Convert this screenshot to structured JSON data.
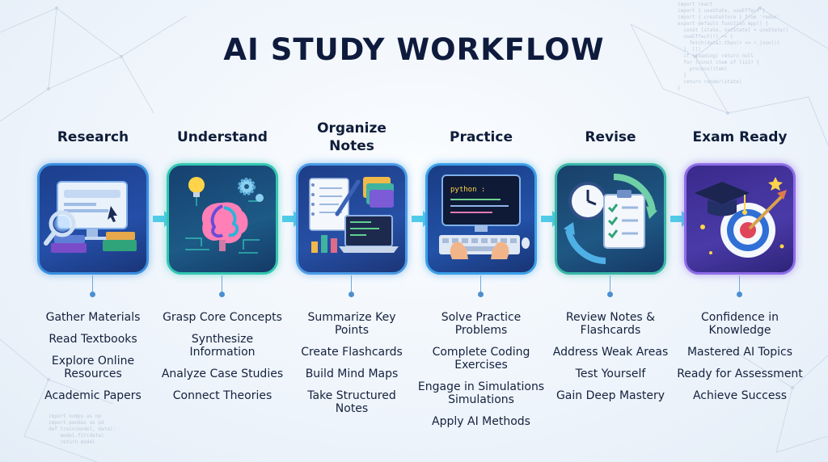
{
  "title": "AI STUDY WORKFLOW",
  "colors": {
    "title": "#0e1b3d",
    "connector": "#4c8fd0",
    "arrow": "#3ec7e6"
  },
  "stages": [
    {
      "title": "Research",
      "icon": "computer-books-magnifier-icon",
      "border_color": "#3a8fe0",
      "items": [
        "Gather Materials",
        "Read Textbooks",
        "Explore Online Resources",
        "Academic Papers"
      ]
    },
    {
      "title": "Understand",
      "icon": "brain-lightbulb-gears-icon",
      "border_color": "#32c7b2",
      "items": [
        "Grasp Core Concepts",
        "Synthesize Information",
        "Analyze Case Studies",
        "Connect Theories"
      ]
    },
    {
      "title": "Organize Notes",
      "icon": "notebook-laptop-folders-icon",
      "border_color": "#4b9be6",
      "items": [
        "Summarize Key Points",
        "Create Flashcards",
        "Build Mind Maps",
        "Take Structured Notes"
      ]
    },
    {
      "title": "Practice",
      "icon": "coding-monitor-keyboard-icon",
      "border_color": "#3aa0e8",
      "screen_text": "python :",
      "items": [
        "Solve Practice Problems",
        "Complete Coding Exercises",
        "Engage in Simulations Simulations",
        "Apply AI Methods"
      ]
    },
    {
      "title": "Revise",
      "icon": "clock-checklist-cycle-icon",
      "border_color": "#3ab7a8",
      "items": [
        "Review Notes & Flashcards",
        "Address Weak Areas",
        "Test Yourself",
        "Gain Deep Mastery"
      ]
    },
    {
      "title": "Exam Ready",
      "icon": "graduation-cap-target-icon",
      "border_color": "#8e6ce8",
      "items": [
        "Confidence in Knowledge",
        "Mastered AI Topics",
        "Ready for Assessment",
        "Achieve Success"
      ]
    }
  ]
}
